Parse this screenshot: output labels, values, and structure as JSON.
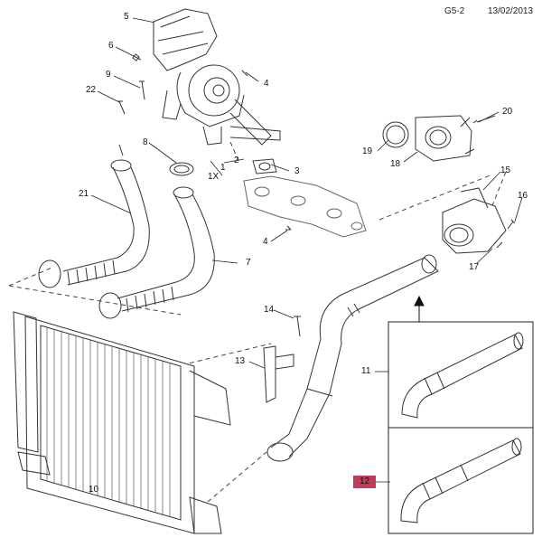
{
  "header": {
    "page_code": "G5-2",
    "date": "13/02/2013"
  },
  "callouts": {
    "c1": "1",
    "c1x": "1X",
    "c2": "2",
    "c3": "3",
    "c4a": "4",
    "c4b": "4",
    "c5": "5",
    "c6": "6",
    "c7": "7",
    "c8": "8",
    "c9": "9",
    "c10": "10",
    "c11": "11",
    "c12": "12",
    "c13": "13",
    "c14": "14",
    "c15": "15",
    "c16": "16",
    "c17": "17",
    "c18": "18",
    "c19": "19",
    "c20": "20",
    "c21": "21",
    "c22": "22"
  },
  "highlight": {
    "selected_callout": "12",
    "color": "#c23c57"
  }
}
